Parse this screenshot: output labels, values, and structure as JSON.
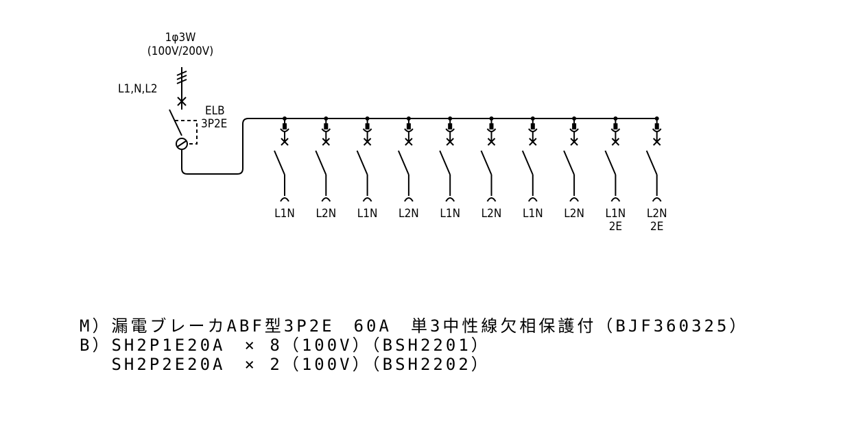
{
  "supply": {
    "system": "1φ3W",
    "voltage": "(100V/200V)",
    "lines": "L1,N,L2"
  },
  "main_breaker": {
    "name": "ELB",
    "spec": "3P2E"
  },
  "branches": [
    {
      "label": "L1N",
      "sub": ""
    },
    {
      "label": "L2N",
      "sub": ""
    },
    {
      "label": "L1N",
      "sub": ""
    },
    {
      "label": "L2N",
      "sub": ""
    },
    {
      "label": "L1N",
      "sub": ""
    },
    {
      "label": "L2N",
      "sub": ""
    },
    {
      "label": "L1N",
      "sub": ""
    },
    {
      "label": "L2N",
      "sub": ""
    },
    {
      "label": "L1N",
      "sub": "2E"
    },
    {
      "label": "L2N",
      "sub": "2E"
    }
  ],
  "notes": [
    "M）漏電ブレーカABF型3P2E　60A　単3中性線欠相保護付（BJF360325）",
    "B）SH2P1E20A　× 8（100V）（BSH2201）",
    "　 SH2P2E20A　× 2（100V）（BSH2202）"
  ]
}
